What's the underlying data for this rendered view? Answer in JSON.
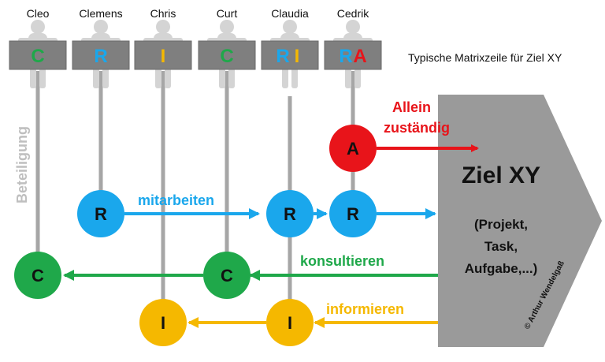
{
  "heading": "Typische Matrixzeile für Ziel XY",
  "side_label": "Beteiligung",
  "copyright": "© Arthur Wendelgaß",
  "colors": {
    "R": "#1aa7ec",
    "C": "#1fa84a",
    "I": "#f5b800",
    "A": "#e8141a",
    "gray_line": "#a6a6a6",
    "sign": "#7f7f7f",
    "goal": "#9a9a9a"
  },
  "people": [
    {
      "name": "Cleo",
      "roles": [
        "C"
      ]
    },
    {
      "name": "Clemens",
      "roles": [
        "R"
      ]
    },
    {
      "name": "Chris",
      "roles": [
        "I"
      ]
    },
    {
      "name": "Curt",
      "roles": [
        "C"
      ]
    },
    {
      "name": "Claudia",
      "roles": [
        "R",
        "I"
      ]
    },
    {
      "name": "Cedrik",
      "roles": [
        "R",
        "A"
      ]
    }
  ],
  "goal": {
    "title": "Ziel XY",
    "sub_lines": [
      "(Projekt,",
      "Task,",
      "Aufgabe,...)"
    ]
  },
  "flows": {
    "A": {
      "line1": "Allein",
      "line2": "zuständig"
    },
    "R": {
      "label": "mitarbeiten"
    },
    "C": {
      "label": "konsultieren"
    },
    "I": {
      "label": "informieren"
    }
  },
  "nodes": [
    {
      "role": "A",
      "letter": "A"
    },
    {
      "role": "R",
      "letter": "R"
    },
    {
      "role": "R",
      "letter": "R"
    },
    {
      "role": "R",
      "letter": "R"
    },
    {
      "role": "C",
      "letter": "C"
    },
    {
      "role": "C",
      "letter": "C"
    },
    {
      "role": "I",
      "letter": "I"
    },
    {
      "role": "I",
      "letter": "I"
    }
  ]
}
